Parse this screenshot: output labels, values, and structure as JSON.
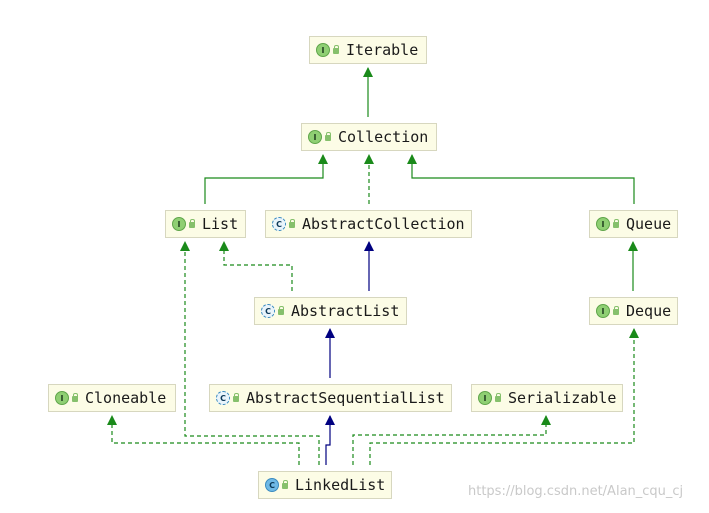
{
  "nodes": {
    "iterable": {
      "label": "Iterable",
      "kind": "interface"
    },
    "collection": {
      "label": "Collection",
      "kind": "interface"
    },
    "list": {
      "label": "List",
      "kind": "interface"
    },
    "abstract_collection": {
      "label": "AbstractCollection",
      "kind": "abstract-class"
    },
    "queue": {
      "label": "Queue",
      "kind": "interface"
    },
    "abstract_list": {
      "label": "AbstractList",
      "kind": "abstract-class"
    },
    "deque": {
      "label": "Deque",
      "kind": "interface"
    },
    "cloneable": {
      "label": "Cloneable",
      "kind": "interface"
    },
    "abstract_sequential_list": {
      "label": "AbstractSequentialList",
      "kind": "abstract-class"
    },
    "serializable": {
      "label": "Serializable",
      "kind": "interface"
    },
    "linked_list": {
      "label": "LinkedList",
      "kind": "class"
    }
  },
  "badges": {
    "interface": "I",
    "class": "C",
    "abstract_class": "C"
  },
  "colors": {
    "implements_edge": "#1a8a1a",
    "extends_edge": "#000080",
    "node_fill": "#fcfce6",
    "node_border": "#d7d7bf"
  },
  "watermark": "https://blog.csdn.net/Alan_cqu_cj"
}
